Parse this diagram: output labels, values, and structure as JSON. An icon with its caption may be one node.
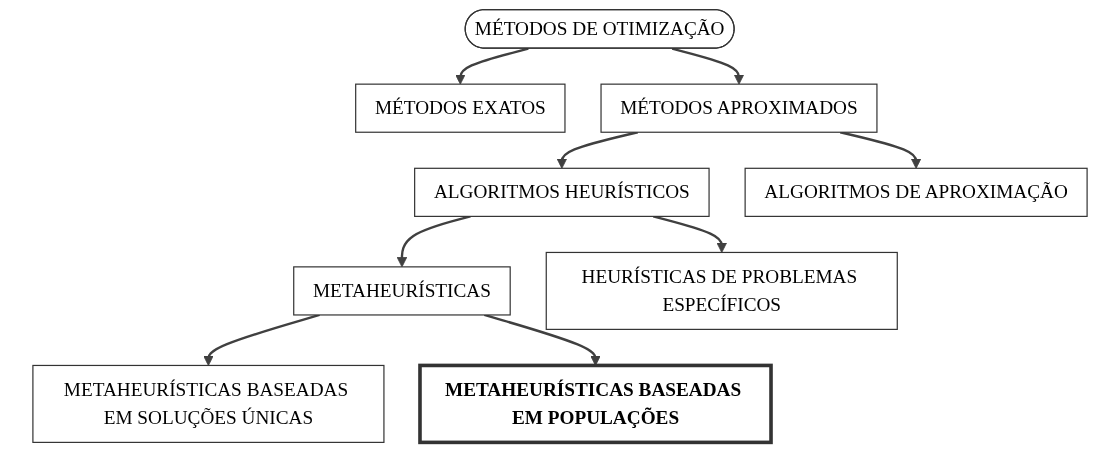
{
  "diagram": {
    "nodes": [
      {
        "text": [
          "MÉTODOS DE OTIMIZAÇÃO"
        ]
      },
      {
        "text": [
          "MÉTODOS EXATOS"
        ]
      },
      {
        "text": [
          "MÉTODOS APROXIMADOS"
        ]
      },
      {
        "text": [
          "ALGORITMOS HEURÍSTICOS"
        ]
      },
      {
        "text": [
          "ALGORITMOS DE APROXIMAÇÃO"
        ]
      },
      {
        "text": [
          "METAHEURÍSTICAS"
        ]
      },
      {
        "text": [
          "HEURÍSTICAS DE PROBLEMAS ESPECÍFICOS"
        ]
      },
      {
        "text": [
          "METAHEURÍSTICAS BASEADAS EM SOLUÇÕES ÚNICAS"
        ]
      },
      {
        "text": [
          "METAHEURÍSTICAS BASEADAS EM POPULAÇÕES"
        ]
      }
    ],
    "edges": [
      {
        "from": 0,
        "to": 1,
        "arrow": "to"
      },
      {
        "from": 0,
        "to": 2,
        "arrow": "to"
      },
      {
        "from": 2,
        "to": 3,
        "arrow": "to"
      },
      {
        "from": 2,
        "to": 4,
        "arrow": "to"
      },
      {
        "from": 3,
        "to": 5,
        "arrow": "to"
      },
      {
        "from": 3,
        "to": 6,
        "arrow": "to"
      },
      {
        "from": 5,
        "to": 7,
        "arrow": "to"
      },
      {
        "from": 5,
        "to": 8,
        "arrow": "to"
      }
    ]
  }
}
